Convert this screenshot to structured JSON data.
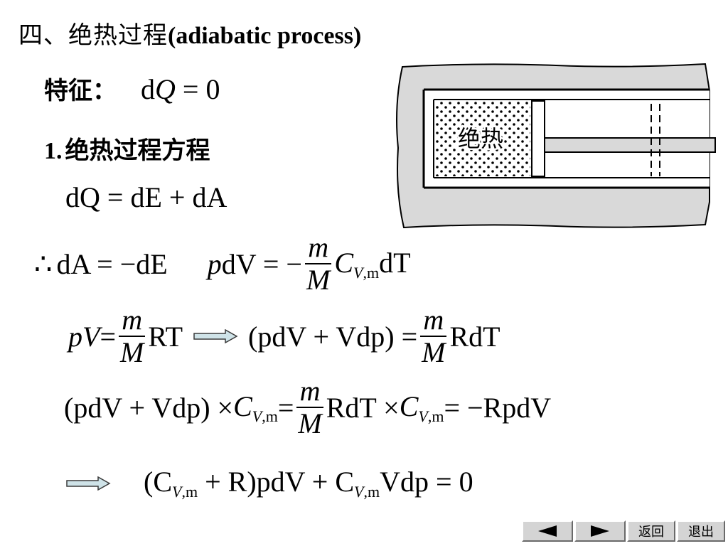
{
  "title": {
    "number": "四、",
    "text": "绝热过程",
    "english": "(adiabatic process)"
  },
  "feature": {
    "label": "特征：",
    "d": "d",
    "Q": "Q",
    "eq": " = 0"
  },
  "section1": {
    "num": "1.",
    "label": "绝热过程方程"
  },
  "eq1": {
    "dQ": "dQ",
    "rhs": " = dE + dA"
  },
  "eq2": {
    "therefore": "∴",
    "left": "dA = −dE",
    "p": "p",
    "dV": "dV",
    "eqminus": " = −",
    "num": "m",
    "den": "M",
    "C": "C",
    "sub": "V",
    "subm": ",m",
    "dT": "dT"
  },
  "eq3": {
    "pV": "pV",
    "eq": " = ",
    "num": "m",
    "den": "M",
    "RT": "RT",
    "paren": "(pdV + Vdp) = ",
    "num2": "m",
    "den2": "M",
    "RdT": "RdT"
  },
  "eq4": {
    "paren": "(pdV + Vdp) × ",
    "C": "C",
    "sub": "V",
    "subm": ",m",
    "eq": " = ",
    "num": "m",
    "den": "M",
    "RdT": "RdT × ",
    "C2": "C",
    "sub2": "V",
    "subm2": ",m",
    "rhs": " = −RpdV"
  },
  "eq5": {
    "open": "(C",
    "sub": "V",
    "subm": ",m",
    "mid": " + R)pdV + C",
    "sub2": "V",
    "subm2": ",m",
    "end": "Vdp = 0"
  },
  "diagram": {
    "label": "绝热"
  },
  "nav": {
    "back": "返回",
    "exit": "退出"
  },
  "colors": {
    "arrow_fill": "#cfe3e8",
    "wall_fill": "#d9d9d9",
    "button_face": "#d4d4d4"
  }
}
